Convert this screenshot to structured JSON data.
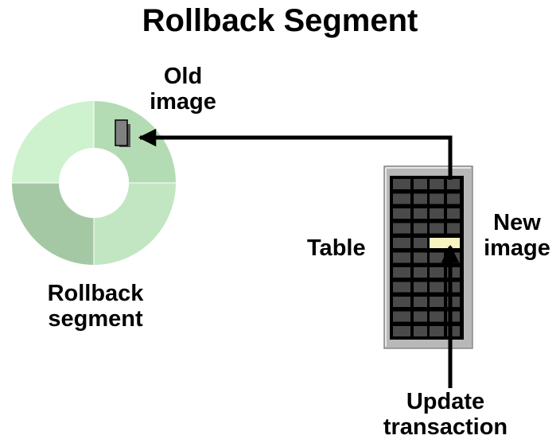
{
  "title": "Rollback Segment",
  "labels": {
    "old_image_line1": "Old",
    "old_image_line2": "image",
    "new_image_line1": "New",
    "new_image_line2": "image",
    "table": "Table",
    "rollback_segment_line1": "Rollback",
    "rollback_segment_line2": "segment",
    "update_transaction_line1": "Update",
    "update_transaction_line2": "transaction"
  },
  "colors": {
    "ring_light": "#cdf2cd",
    "ring_dark": "#90b890",
    "old_image_block": "#808080",
    "table_frame": "#b8b8b8",
    "table_cell": "#4a4a4a",
    "new_image_cell": "#f8f4c0",
    "arrow": "#000000"
  }
}
